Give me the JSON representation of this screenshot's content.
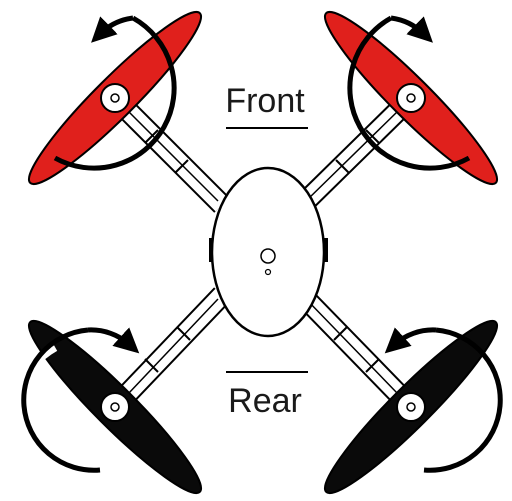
{
  "labels": {
    "front": "Front",
    "rear": "Rear"
  },
  "propellers": [
    {
      "position": "front-left",
      "color": "red",
      "rotation": "counterclockwise"
    },
    {
      "position": "front-right",
      "color": "red",
      "rotation": "clockwise"
    },
    {
      "position": "rear-left",
      "color": "black",
      "rotation": "clockwise"
    },
    {
      "position": "rear-right",
      "color": "black",
      "rotation": "counterclockwise"
    }
  ],
  "colors": {
    "front_propeller": "#e0201c",
    "rear_propeller": "#0a0a0a",
    "outline": "#000000",
    "body": "#ffffff"
  }
}
